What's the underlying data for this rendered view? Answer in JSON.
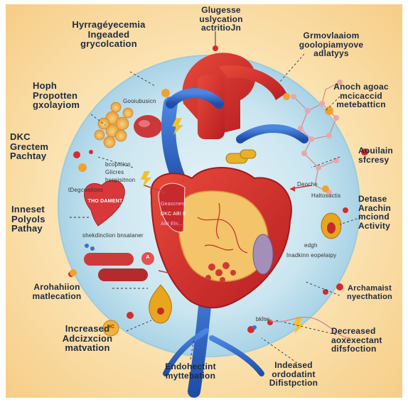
{
  "colors": {
    "background": "#fbe2b0",
    "circle": "#bfe0ee",
    "heart_red": "#d62b2b",
    "vessel_blue": "#2e62c4",
    "text": "#1f2a3f"
  },
  "labels": {
    "top_center": "Glugesse\nuslycation\nactritioJn",
    "top_left": "Hyrragéyecemia\nIngeaded\ngrycolcation",
    "top_right": "Grmovlaaiom\ngoolopiamyove\nadlatyys",
    "hoph": "Hoph\nPropotten\ngxolayiom",
    "anoch": "Anoch agoac\nmcicaccid\nmetebatticn",
    "dkc": "DKC\nGrectem\nPachtay",
    "aouilain": "Aouilain\nsfcresy",
    "inneset": "Inneset\nPolyols\nPathay",
    "detase": "Detase\nArachin\nmciond\nActivity",
    "archahiion": "Arohahiion\nmatlecation",
    "archamaist": "Archamaist\nnyecthation",
    "increased": "Increased\nAdcizxcion\nmatvation",
    "decreased": "Decreased\naoxexectant\ndifsfoction",
    "endo": "Endohectint\nmyttebation",
    "indeased": "Indeased\nordodatint\nDifistpction"
  },
  "small_text": {
    "s1": "Gooiubusicn",
    "s2": "bcoplition",
    "s3": "Glicres",
    "s4": "bsspisitnon",
    "s5": "tDegcoations",
    "s6": "shekdinclion bnsalaner",
    "s7": "Deoche",
    "s8": "Haltosactis",
    "s9": "edgh",
    "s10": "Inadkinn eopelaipy",
    "s11": "bkios",
    "badge_heart": "THO DAMENT",
    "badge_hc": "HC",
    "badge_a": "A",
    "heart_1": "Geascnen",
    "heart_2": "DKC ABI E",
    "heart_3": "ABI Eln..."
  }
}
